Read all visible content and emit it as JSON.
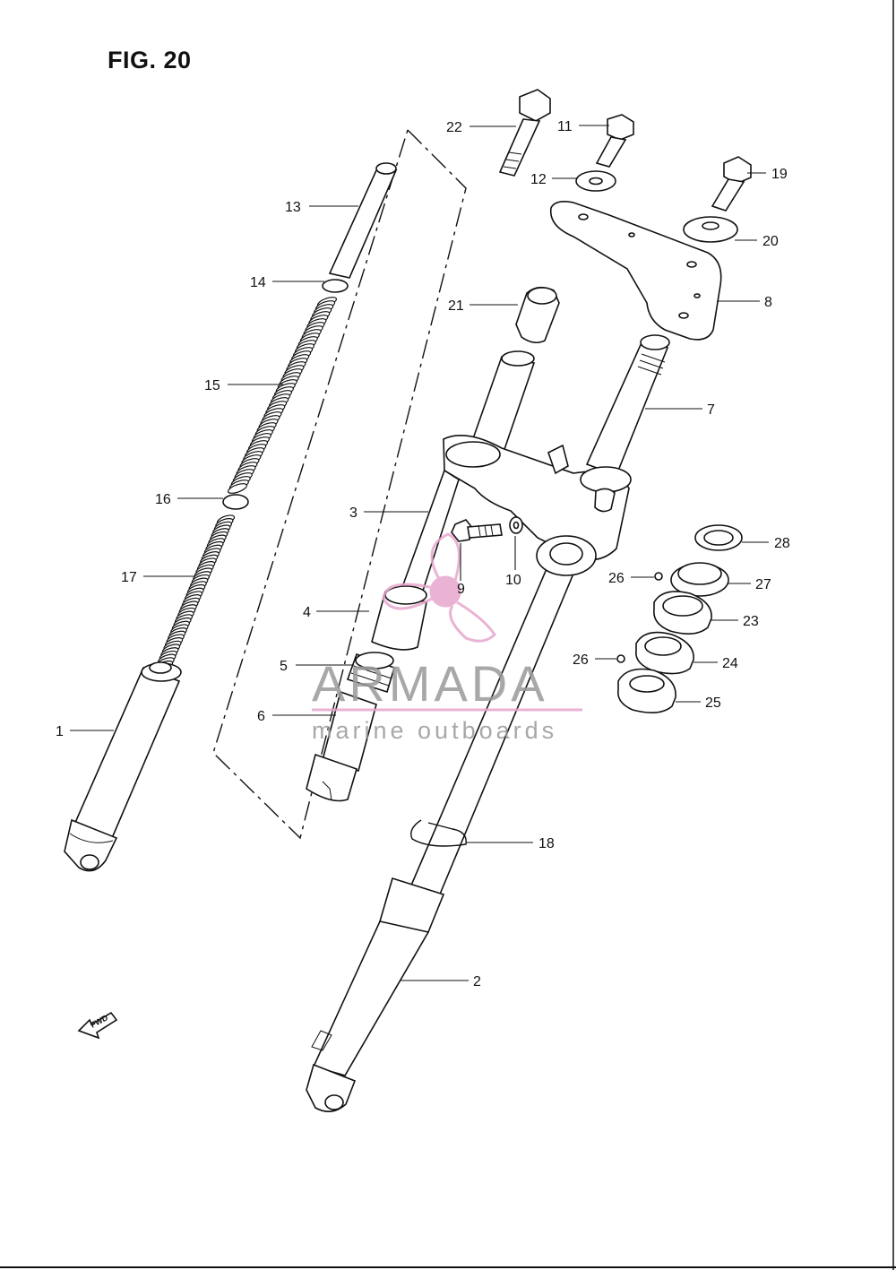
{
  "figure": {
    "title": "FIG. 20"
  },
  "watermark": {
    "brand": "ARMADA",
    "tagline": "marine outboards",
    "accent_color": "#e7a6cc"
  },
  "fwd_arrow": {
    "text": "FWD"
  },
  "colors": {
    "ink": "#111111",
    "watermark_gray": "#9a9a9a",
    "watermark_pink": "#e7a6cc"
  },
  "callouts": [
    {
      "id": "c1",
      "label": "1"
    },
    {
      "id": "c2",
      "label": "2"
    },
    {
      "id": "c3",
      "label": "3"
    },
    {
      "id": "c4",
      "label": "4"
    },
    {
      "id": "c5",
      "label": "5"
    },
    {
      "id": "c6",
      "label": "6"
    },
    {
      "id": "c7",
      "label": "7"
    },
    {
      "id": "c8",
      "label": "8"
    },
    {
      "id": "c9",
      "label": "9"
    },
    {
      "id": "c10",
      "label": "10"
    },
    {
      "id": "c11",
      "label": "11"
    },
    {
      "id": "c12",
      "label": "12"
    },
    {
      "id": "c13",
      "label": "13"
    },
    {
      "id": "c14",
      "label": "14"
    },
    {
      "id": "c15",
      "label": "15"
    },
    {
      "id": "c16",
      "label": "16"
    },
    {
      "id": "c17",
      "label": "17"
    },
    {
      "id": "c18",
      "label": "18"
    },
    {
      "id": "c19",
      "label": "19"
    },
    {
      "id": "c20",
      "label": "20"
    },
    {
      "id": "c21",
      "label": "21"
    },
    {
      "id": "c22",
      "label": "22"
    },
    {
      "id": "c23",
      "label": "23"
    },
    {
      "id": "c24",
      "label": "24"
    },
    {
      "id": "c25",
      "label": "25"
    },
    {
      "id": "c26a",
      "label": "26"
    },
    {
      "id": "c26b",
      "label": "26"
    },
    {
      "id": "c27",
      "label": "27"
    },
    {
      "id": "c28",
      "label": "28"
    }
  ]
}
